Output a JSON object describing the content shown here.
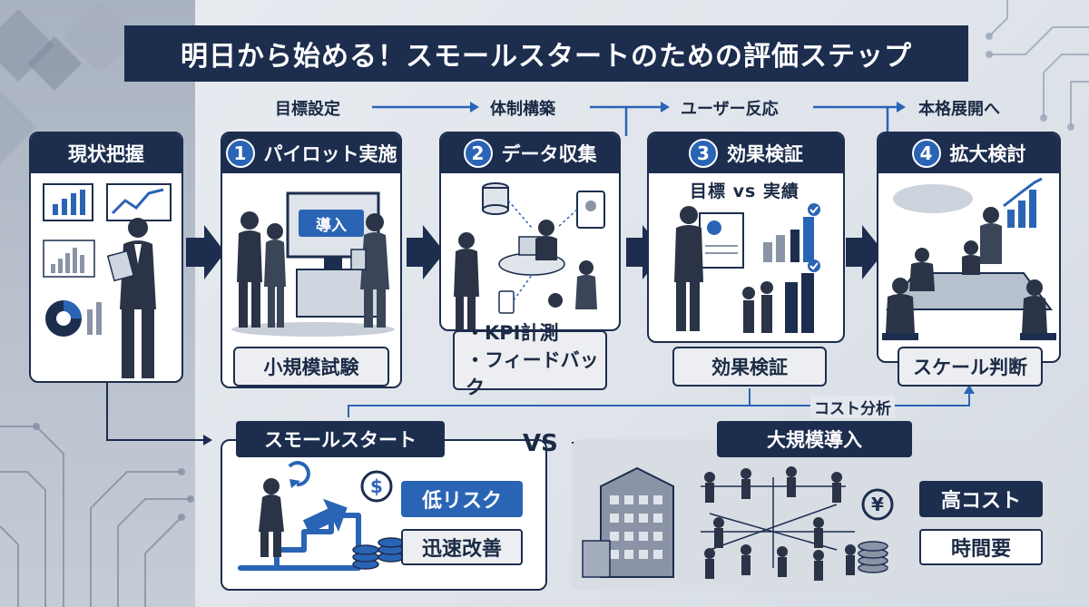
{
  "title": "明日から始める！スモールスタートのための評価ステップ",
  "flow_labels": {
    "goal": "目標設定",
    "structure": "体制構築",
    "user_response": "ユーザー反応",
    "full_rollout": "本格展開へ"
  },
  "steps": [
    {
      "number": "",
      "title": "現状把握",
      "sub": ""
    },
    {
      "number": "1",
      "title": "パイロット実施",
      "sub": "小規模試験",
      "screen": "導入"
    },
    {
      "number": "2",
      "title": "データ収集",
      "sub_items": [
        "・KPI計測",
        "・フィードバック"
      ]
    },
    {
      "number": "3",
      "title": "効果検証",
      "sub": "効果検証",
      "compare": "目標  vs  実績"
    },
    {
      "number": "4",
      "title": "拡大検討",
      "sub": "スケール判断"
    }
  ],
  "cost_analysis": "コスト分析",
  "vs": "VS",
  "small_start": {
    "heading": "スモールスタート",
    "tags": [
      "低リスク",
      "迅速改善"
    ]
  },
  "large_scale": {
    "heading": "大規模導入",
    "tags": [
      "高コスト",
      "時間要"
    ]
  },
  "colors": {
    "navy": "#1c2d4e",
    "blue": "#2a64b5",
    "light": "#eceef1"
  }
}
